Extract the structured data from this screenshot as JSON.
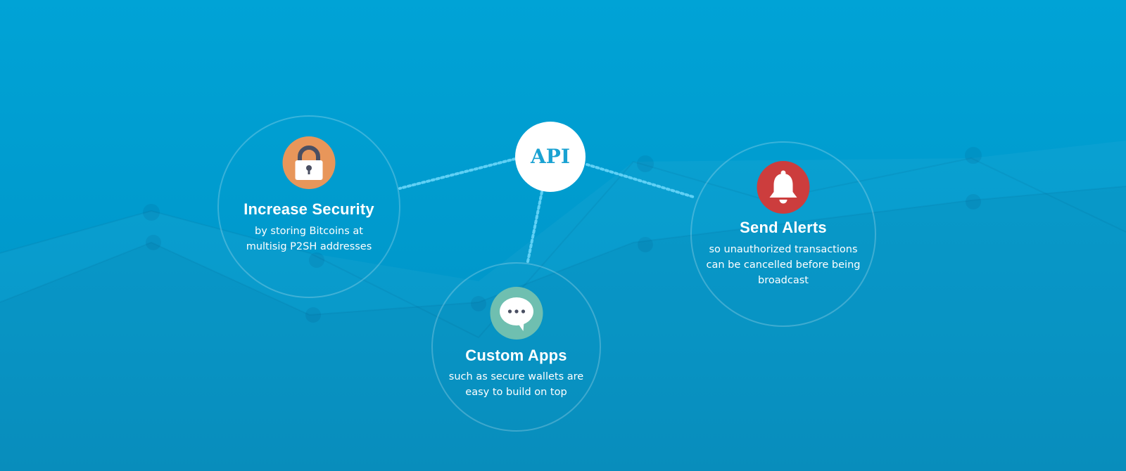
{
  "hub": {
    "label": "API"
  },
  "features": [
    {
      "title": "Increase Security",
      "description": "by storing Bitcoins at multisig P2SH addresses",
      "icon": "lock-icon",
      "icon_color": "#e8965a"
    },
    {
      "title": "Custom Apps",
      "description": "such as secure wallets are easy to build on top",
      "icon": "chat-bubble-icon",
      "icon_color": "#6fbfb0"
    },
    {
      "title": "Send Alerts",
      "description": "so unauthorized transactions can be cancelled before being broadcast",
      "icon": "bell-icon",
      "icon_color": "#cc3d3d"
    }
  ],
  "colors": {
    "background": "#00a1d4",
    "connector": "#5fd0f5",
    "hub_text": "#1aa2d2"
  }
}
